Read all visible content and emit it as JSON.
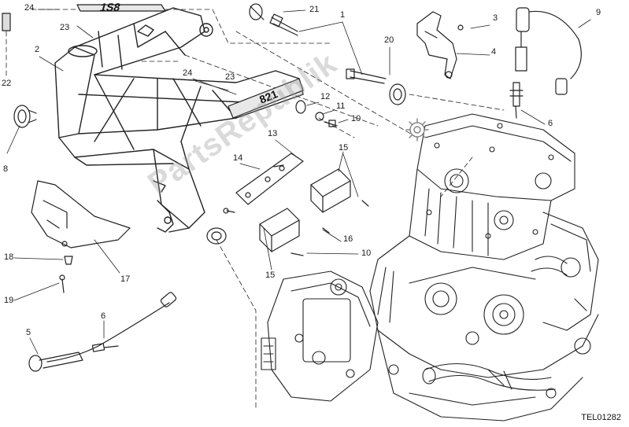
{
  "diagram": {
    "reference_code": "TEL01282",
    "watermark": "PartsRepublik",
    "frame_decals": [
      "1S8",
      "821"
    ],
    "callouts": [
      {
        "id": "c24a",
        "text": "24"
      },
      {
        "id": "c23a",
        "text": "23"
      },
      {
        "id": "c22",
        "text": "22"
      },
      {
        "id": "c2",
        "text": "2"
      },
      {
        "id": "c8",
        "text": "8"
      },
      {
        "id": "c24b",
        "text": "24"
      },
      {
        "id": "c23b",
        "text": "23"
      },
      {
        "id": "c21",
        "text": "21"
      },
      {
        "id": "c1",
        "text": "1"
      },
      {
        "id": "c3",
        "text": "3"
      },
      {
        "id": "c4",
        "text": "4"
      },
      {
        "id": "c9",
        "text": "9"
      },
      {
        "id": "c20",
        "text": "20"
      },
      {
        "id": "c12",
        "text": "12"
      },
      {
        "id": "c11",
        "text": "11"
      },
      {
        "id": "c10a",
        "text": "10"
      },
      {
        "id": "c6a",
        "text": "6"
      },
      {
        "id": "c13",
        "text": "13"
      },
      {
        "id": "c14",
        "text": "14"
      },
      {
        "id": "c15a",
        "text": "15"
      },
      {
        "id": "c16",
        "text": "16"
      },
      {
        "id": "c10b",
        "text": "10"
      },
      {
        "id": "c15b",
        "text": "15"
      },
      {
        "id": "c18",
        "text": "18"
      },
      {
        "id": "c17",
        "text": "17"
      },
      {
        "id": "c19",
        "text": "19"
      },
      {
        "id": "c5",
        "text": "5"
      },
      {
        "id": "c6b",
        "text": "6"
      }
    ]
  }
}
